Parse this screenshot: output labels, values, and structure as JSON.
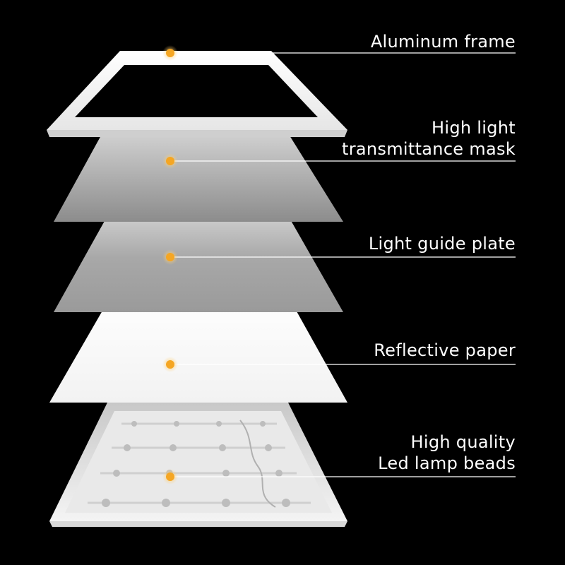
{
  "diagram": {
    "background": "#000000",
    "accent_dot_color": "#f5a623",
    "layers": [
      {
        "id": "frame",
        "label_lines": [
          "Aluminum frame"
        ]
      },
      {
        "id": "mask",
        "label_lines": [
          "High light",
          "transmittance mask"
        ]
      },
      {
        "id": "guide",
        "label_lines": [
          "Light guide plate"
        ]
      },
      {
        "id": "paper",
        "label_lines": [
          "Reflective paper"
        ]
      },
      {
        "id": "beads",
        "label_lines": [
          "High quality",
          "Led lamp beads"
        ]
      }
    ]
  }
}
